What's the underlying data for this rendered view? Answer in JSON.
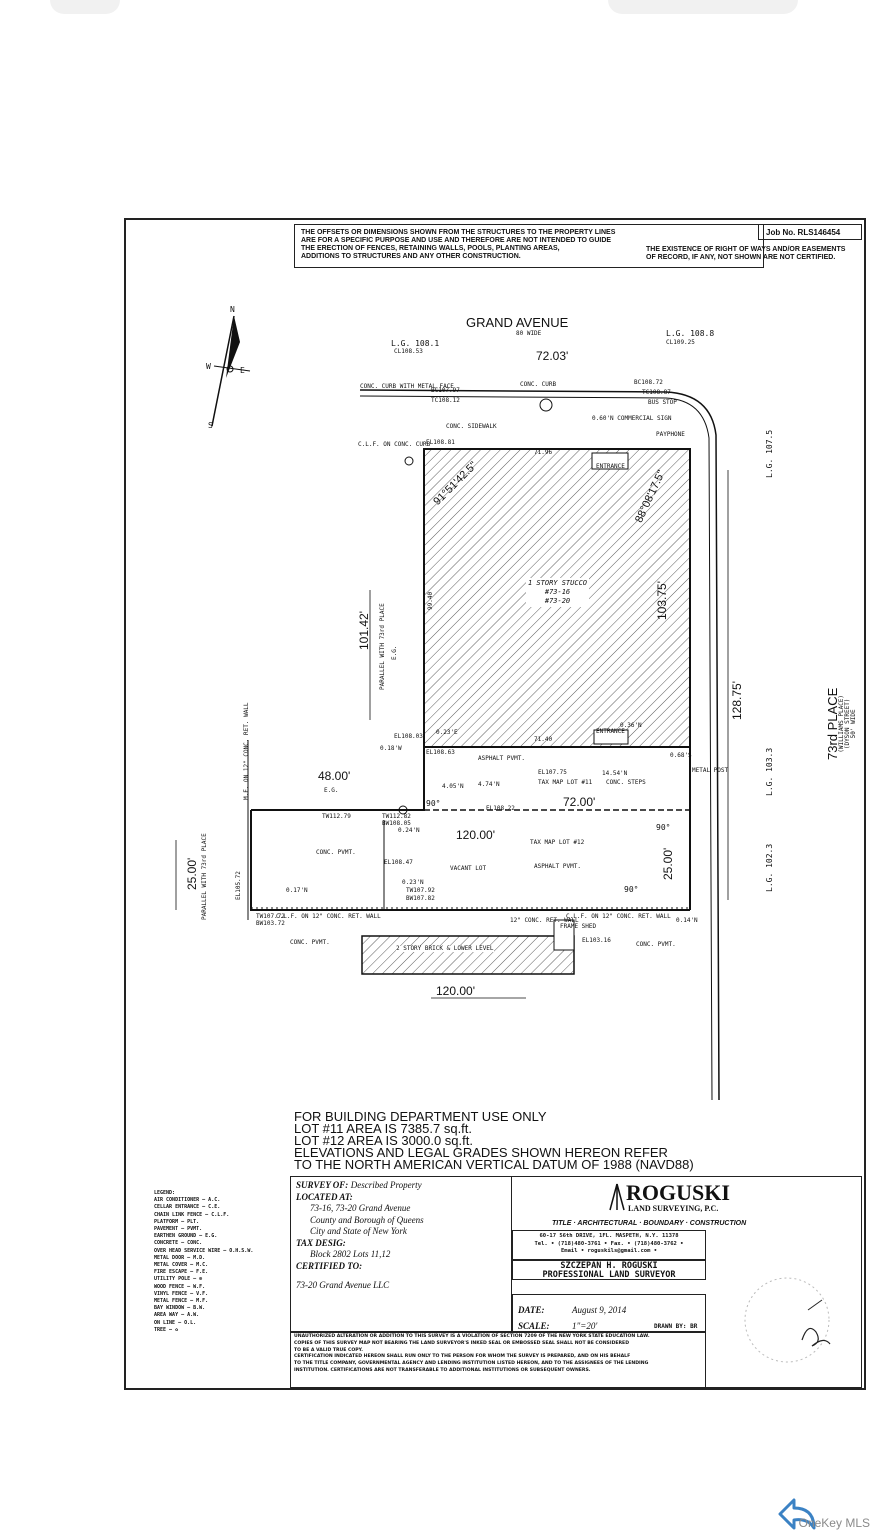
{
  "header": {
    "note_left": [
      "THE OFFSETS OR DIMENSIONS SHOWN FROM THE STRUCTURES TO THE PROPERTY LINES",
      "ARE FOR A SPECIFIC PURPOSE AND USE AND THEREFORE ARE NOT INTENDED TO GUIDE",
      "THE ERECTION OF FENCES, RETAINING WALLS, POOLS, PLANTING AREAS,",
      "ADDITIONS TO STRUCTURES AND ANY OTHER CONSTRUCTION."
    ],
    "job_no": "Job No. RLS146454",
    "note_right": [
      "THE EXISTENCE OF RIGHT OF WAYS AND/OR EASEMENTS",
      "OF RECORD, IF ANY, NOT SHOWN ARE NOT CERTIFIED."
    ]
  },
  "compass": {
    "n": "N",
    "s": "S",
    "e": "E",
    "w": "W"
  },
  "streets": {
    "grand_avenue": "GRAND AVENUE",
    "grand_avenue_width": "80 WIDE",
    "place_name": "73rd PLACE",
    "place_alt1": "(WILLIAMS PLACE)",
    "place_alt2": "(DYSON STREET)",
    "place_width": "50' WIDE"
  },
  "dimensions": {
    "front": "72.03'",
    "top_inner": "71.96",
    "side_right": "128.75'",
    "side_left": "101.42'",
    "side_left_note": "PARALLEL WITH 73rd PLACE",
    "bldg_depth": "103.75'",
    "bldg_left": "99.40",
    "bearing_1": "91°51'42.5\"",
    "bearing_2": "88°08'17.5\"",
    "lot11_width": "72.00'",
    "lot12_depth": "120.00'",
    "bottom": "120.00'",
    "lot12_width": "25.00'",
    "left_width": "25.00'",
    "left_width_note": "PARALLEL WITH 73rd PLACE",
    "left_48": "48.00'",
    "bldg_back": "71.40"
  },
  "labels": {
    "lg_1": "L.G. 108.1",
    "cl_1": "CL108.53",
    "lg_2": "L.G. 108.8",
    "cl_2": "CL109.25",
    "curb_metal": "CONC. CURB WITH METAL FACE",
    "conc_curb": "CONC. CURB",
    "bc_1": "BC107.97",
    "tc_1": "TC108.12",
    "bc_2": "BC108.72",
    "tc_2": "TC108.87",
    "bus_stop": "BUS STOP",
    "sidewalk": "CONC. SIDEWALK",
    "commercial_sign": "0.60'N COMMERCIAL SIGN",
    "payphone": "PAYPHONE",
    "entrance": "ENTRANCE",
    "story_stucco": "1 STORY STUCCO",
    "addr_1": "#73-16",
    "addr_2": "#73-20",
    "asphalt": "ASPHALT PVMT.",
    "tax_lot11": "TAX MAP LOT #11",
    "tax_lot12": "TAX MAP LOT #12",
    "vacant_lot": "VACANT LOT",
    "conc_pvmt": "CONC. PVMT.",
    "brick": "2 STORY BRICK & LOWER LEVEL",
    "frame_shed": "FRAME SHED",
    "ret_wall": "C.L.F. ON 12\" CONC. RET. WALL",
    "ret_wall_12": "12\" CONC. RET. WALL",
    "mf_wall": "M.F. ON 12\" CONC. RET. WALL",
    "clf_curb": "C.L.F. ON CONC. CURB",
    "el_a": "EL108.81",
    "el_b": "EL108.63",
    "el_c": "EL108.03",
    "el_d": "EL107.75",
    "el_e": "EL108.22",
    "el_f": "EL108.47",
    "el_g": "EL103.16",
    "el_h": "EL105.72",
    "eg": "E.G.",
    "lg_right_1": "L.G. 107.5",
    "lg_right_2": "L.G. 103.3",
    "lg_right_3": "L.G. 102.3",
    "tw_1": "TW112.79",
    "tw_2": "TW112.82",
    "bw_1": "BW108.05",
    "tw_3": "TW107.92",
    "bw_2": "BW107.82",
    "tw_4": "TW107.72",
    "bw_3": "BW103.72",
    "off_1": "0.23'E",
    "off_2": "0.18'W",
    "off_3": "4.05'N",
    "off_4": "4.74'N",
    "off_5": "0.36'N",
    "off_6": "14.54'N",
    "off_7": "0.68'S",
    "off_8": "0.14'N",
    "off_9": "0.17'N",
    "off_10": "0.23'N",
    "off_11": "0.24'N",
    "right_angle": "90°",
    "conc_steps": "CONC. STEPS",
    "metal_post": "METAL POST"
  },
  "notes": {
    "building_dept": [
      "FOR BUILDING DEPARTMENT USE ONLY",
      "LOT #11 AREA IS 7385.7 sq.ft.",
      "LOT #12 AREA IS 3000.0 sq.ft.",
      "ELEVATIONS AND LEGAL GRADES SHOWN HEREON REFER",
      "TO THE NORTH AMERICAN VERTICAL DATUM OF 1988 (NAVD88)"
    ]
  },
  "legend": {
    "title": "LEGEND:",
    "items": [
      "AIR CONDITIONER — A.C.",
      "CELLAR ENTRANCE — C.E.",
      "CHAIN LINK FENCE — C.L.F.",
      "PLATFORM — PLT.",
      "PAVEMENT — PVMT.",
      "EARTHEN GROUND — E.G.",
      "CONCRETE — CONC.",
      "OVER HEAD SERVICE WIRE — O.H.S.W.",
      "METAL DOOR — M.D.",
      "METAL COVER — M.C.",
      "FIRE ESCAPE — F.E.",
      "UTILITY POLE — ⊕",
      "WOOD FENCE — W.F.",
      "VINYL FENCE — V.F.",
      "METAL FENCE — M.F.",
      "BAY WINDOW — B.W.",
      "AREA WAY — A.W.",
      "ON LINE — O.L.",
      "TREE — ✿"
    ]
  },
  "survey": {
    "survey_of_label": "SURVEY OF:",
    "survey_of": "Described Property",
    "located_label": "LOCATED AT:",
    "located": [
      "73-16, 73-20 Grand Avenue",
      "County and Borough of Queens",
      "City and State of New York"
    ],
    "tax_label": "TAX DESIG:",
    "tax": "Block 2802 Lots 11,12",
    "cert_label": "CERTIFIED TO:",
    "cert": "73-20 Grand Avenue LLC",
    "date_label": "DATE:",
    "date": "August 9, 2014",
    "scale_label": "SCALE:",
    "scale": "1\"=20'",
    "drawn_by": "DRAWN BY: BR"
  },
  "firm": {
    "name": "ROGUSKI",
    "sub": "LAND SURVEYING, P.C.",
    "tagline": "TITLE · ARCHITECTURAL · BOUNDARY · CONSTRUCTION",
    "address": "60-17 56th DRIVE, 1FL. MASPETH, N.Y. 11378",
    "tel": "Tel. • (718)480-3761 • Fax. • (718)480-3762 •",
    "email": "Email • roguskils@gmail.com •",
    "surveyor": "SZCZEPAN H. ROGUSKI",
    "title": "PROFESSIONAL LAND SURVEYOR"
  },
  "disclaimer": [
    "UNAUTHORIZED ALTERATION OR ADDITION TO THIS SURVEY IS A VIOLATION OF SECTION 7209 OF THE NEW YORK STATE EDUCATION LAW.",
    "COPIES OF THIS SURVEY MAP NOT BEARING THE LAND SURVEYOR'S INKED SEAL OR EMBOSSED SEAL SHALL NOT BE CONSIDERED",
    "TO BE A VALID TRUE COPY.",
    "CERTIFICATION INDICATED HEREON SHALL RUN ONLY TO THE PERSON FOR WHOM THE SURVEY IS PREPARED, AND ON HIS BEHALF",
    "TO THE TITLE COMPANY, GOVERNMENTAL AGENCY AND LENDING INSTITUTION LISTED HEREON, AND TO THE ASSIGNEES OF THE LENDING",
    "INSTITUTION. CERTIFICATIONS ARE NOT TRANSFERABLE TO ADDITIONAL INSTITUTIONS OR SUBSEQUENT OWNERS."
  ],
  "watermark": "OneKey MLS"
}
